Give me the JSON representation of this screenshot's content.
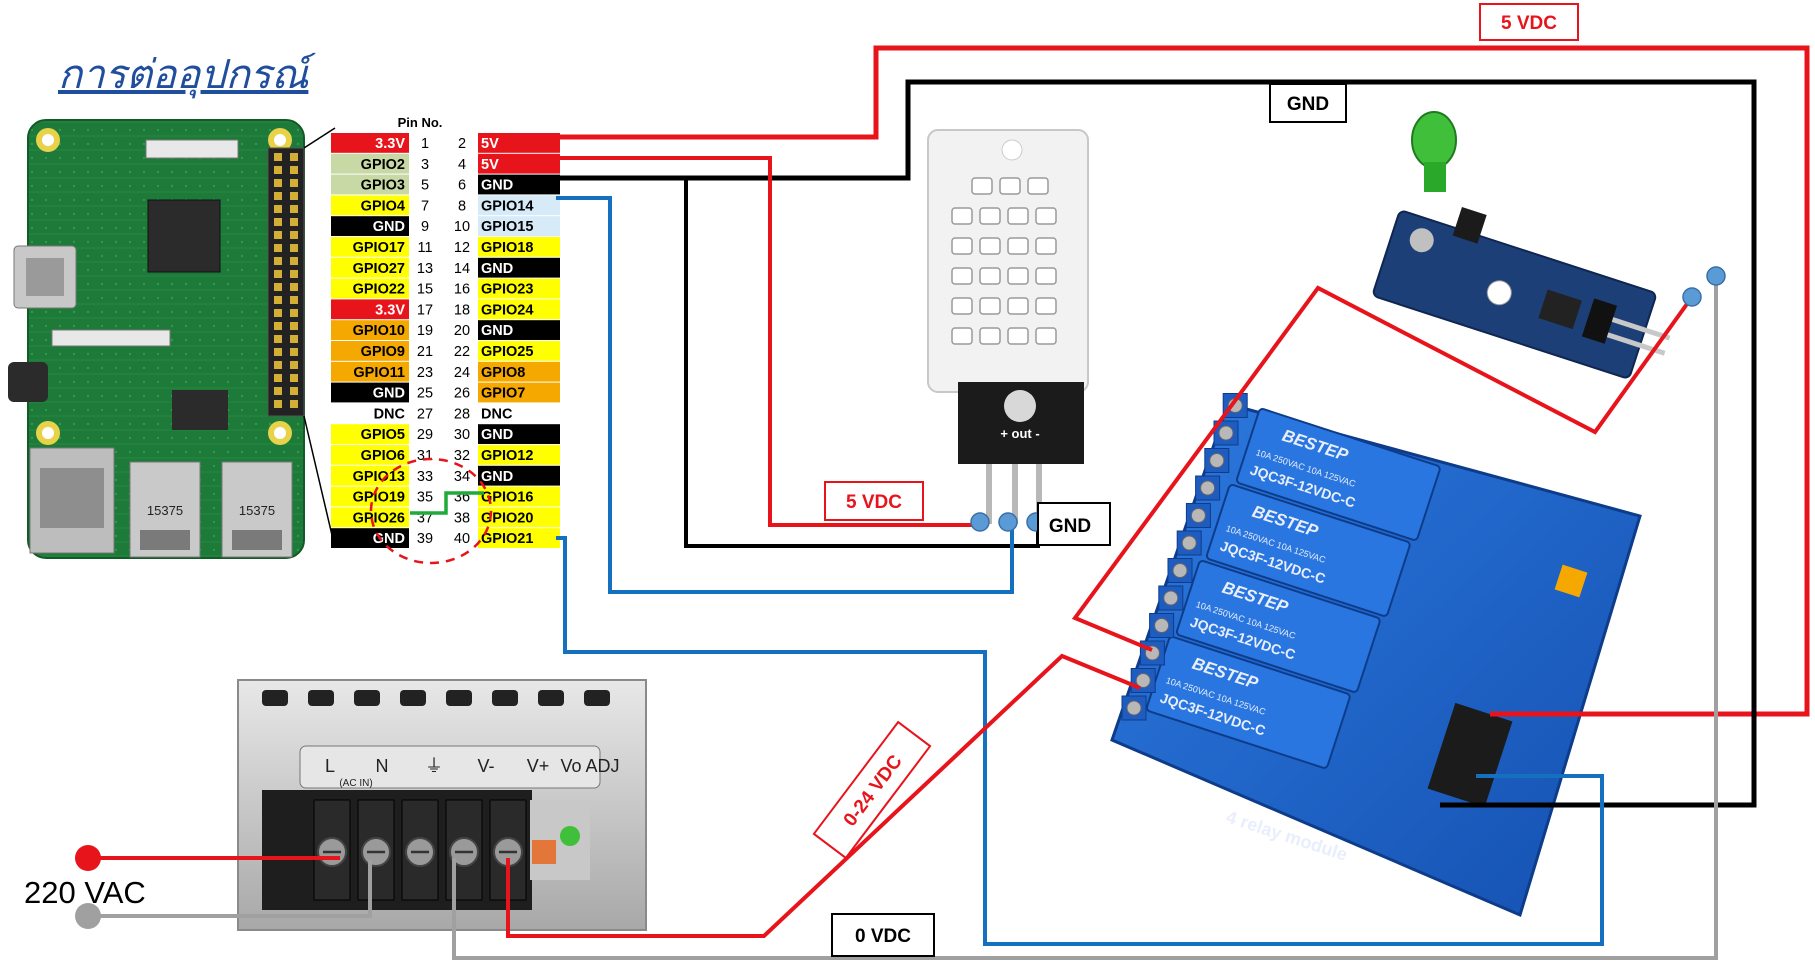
{
  "title": "การต่ออุปกรณ์",
  "header_pin_label": "Pin No.",
  "pins": [
    {
      "n1": "1",
      "n2": "2",
      "l": "3.3V",
      "r": "5V",
      "lc": "#e8141b",
      "rc": "#e8141b"
    },
    {
      "n1": "3",
      "n2": "4",
      "l": "GPIO2",
      "r": "5V",
      "lc": "#c8d9a6",
      "rc": "#e8141b"
    },
    {
      "n1": "5",
      "n2": "6",
      "l": "GPIO3",
      "r": "GND",
      "lc": "#c8d9a6",
      "rc": "#000000"
    },
    {
      "n1": "7",
      "n2": "8",
      "l": "GPIO4",
      "r": "GPIO14",
      "lc": "#ffff00",
      "rc": "#d6eaf8"
    },
    {
      "n1": "9",
      "n2": "10",
      "l": "GND",
      "r": "GPIO15",
      "lc": "#000000",
      "rc": "#d6eaf8"
    },
    {
      "n1": "11",
      "n2": "12",
      "l": "GPIO17",
      "r": "GPIO18",
      "lc": "#ffff00",
      "rc": "#ffff00"
    },
    {
      "n1": "13",
      "n2": "14",
      "l": "GPIO27",
      "r": "GND",
      "lc": "#ffff00",
      "rc": "#000000"
    },
    {
      "n1": "15",
      "n2": "16",
      "l": "GPIO22",
      "r": "GPIO23",
      "lc": "#ffff00",
      "rc": "#ffff00"
    },
    {
      "n1": "17",
      "n2": "18",
      "l": "3.3V",
      "r": "GPIO24",
      "lc": "#e8141b",
      "rc": "#ffff00"
    },
    {
      "n1": "19",
      "n2": "20",
      "l": "GPIO10",
      "r": "GND",
      "lc": "#f5a800",
      "rc": "#000000"
    },
    {
      "n1": "21",
      "n2": "22",
      "l": "GPIO9",
      "r": "GPIO25",
      "lc": "#f5a800",
      "rc": "#ffff00"
    },
    {
      "n1": "23",
      "n2": "24",
      "l": "GPIO11",
      "r": "GPIO8",
      "lc": "#f5a800",
      "rc": "#f5a800"
    },
    {
      "n1": "25",
      "n2": "26",
      "l": "GND",
      "r": "GPIO7",
      "lc": "#000000",
      "rc": "#f5a800"
    },
    {
      "n1": "27",
      "n2": "28",
      "l": "DNC",
      "r": "DNC",
      "lc": "#ffffff",
      "rc": "#ffffff"
    },
    {
      "n1": "29",
      "n2": "30",
      "l": "GPIO5",
      "r": "GND",
      "lc": "#ffff00",
      "rc": "#000000"
    },
    {
      "n1": "31",
      "n2": "32",
      "l": "GPIO6",
      "r": "GPIO12",
      "lc": "#ffff00",
      "rc": "#ffff00"
    },
    {
      "n1": "33",
      "n2": "34",
      "l": "GPIO13",
      "r": "GND",
      "lc": "#ffff00",
      "rc": "#000000"
    },
    {
      "n1": "35",
      "n2": "36",
      "l": "GPIO19",
      "r": "GPIO16",
      "lc": "#ffff00",
      "rc": "#ffff00"
    },
    {
      "n1": "37",
      "n2": "38",
      "l": "GPIO26",
      "r": "GPIO20",
      "lc": "#ffff00",
      "rc": "#ffff00"
    },
    {
      "n1": "39",
      "n2": "40",
      "l": "GND",
      "r": "GPIO21",
      "lc": "#000000",
      "rc": "#ffff00"
    }
  ],
  "labels": {
    "vdc5_top": "5 VDC",
    "gnd_top": "GND",
    "vdc5_sensor": "5 VDC",
    "gnd_sensor": "GND",
    "vdc_0_24": "0-24 VDC",
    "vdc_0": "0 VDC",
    "vac220": "220 VAC"
  },
  "component_text": {
    "relay_brand": "BESTEP",
    "relay_model": "JQC3F-12VDC-C",
    "relay_rating": "10A 250VAC 10A 125VAC",
    "relay_module": "4 relay module",
    "sensor_pins": "+ out -",
    "psu_terminals": [
      "L",
      "N",
      "⏚",
      "V-",
      "V+",
      "Vo ADJ"
    ],
    "psu_ac_in": "(AC IN)",
    "usb_port_code": "15375"
  },
  "colors": {
    "red_wire": "#e8141b",
    "black_wire": "#000000",
    "blue_wire": "#1670c0",
    "gray_wire": "#a0a0a0",
    "green_wire": "#1faa3a",
    "pcb_green": "#1f7a3a",
    "relay_blue": "#1a5fc8"
  }
}
